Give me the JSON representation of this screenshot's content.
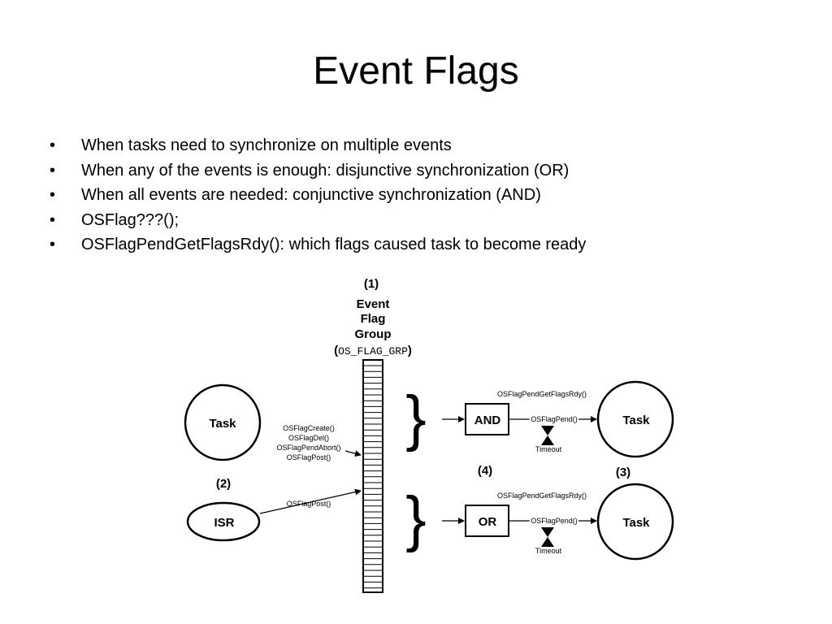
{
  "title": "Event Flags",
  "bullets": [
    "When tasks need to synchronize on multiple events",
    "When any of the events is enough: disjunctive synchronization (OR)",
    "When all events are needed: conjunctive synchronization (AND)",
    "OSFlag???();",
    "OSFlagPendGetFlagsRdy(): which flags caused task to become ready"
  ],
  "bullet_symbol": "•",
  "diagram": {
    "label_1": "(1)",
    "group_line1": "Event",
    "group_line2": "Flag",
    "group_line3": "Group",
    "group_open": "(",
    "group_type": "OS_FLAG_GRP",
    "group_close": ")",
    "task_left": "Task",
    "task_calls": [
      "OSFlagCreate()",
      "OSFlagDel()",
      "OSFlagPendAbort()",
      "OSFlagPost()"
    ],
    "label_2": "(2)",
    "isr": "ISR",
    "isr_call": "OSFlagPost()",
    "and_box": "AND",
    "or_box": "OR",
    "get_flags_top": "OSFlagPendGetFlagsRdy()",
    "get_flags_bottom": "OSFlagPendGetFlagsRdy()",
    "pend_top": "OSFlagPend()",
    "pend_bottom": "OSFlagPend()",
    "timeout_top": "Timeout",
    "timeout_bottom": "Timeout",
    "label_4": "(4)",
    "label_3": "(3)",
    "task_right_top": "Task",
    "task_right_bottom": "Task",
    "brace": "}"
  }
}
